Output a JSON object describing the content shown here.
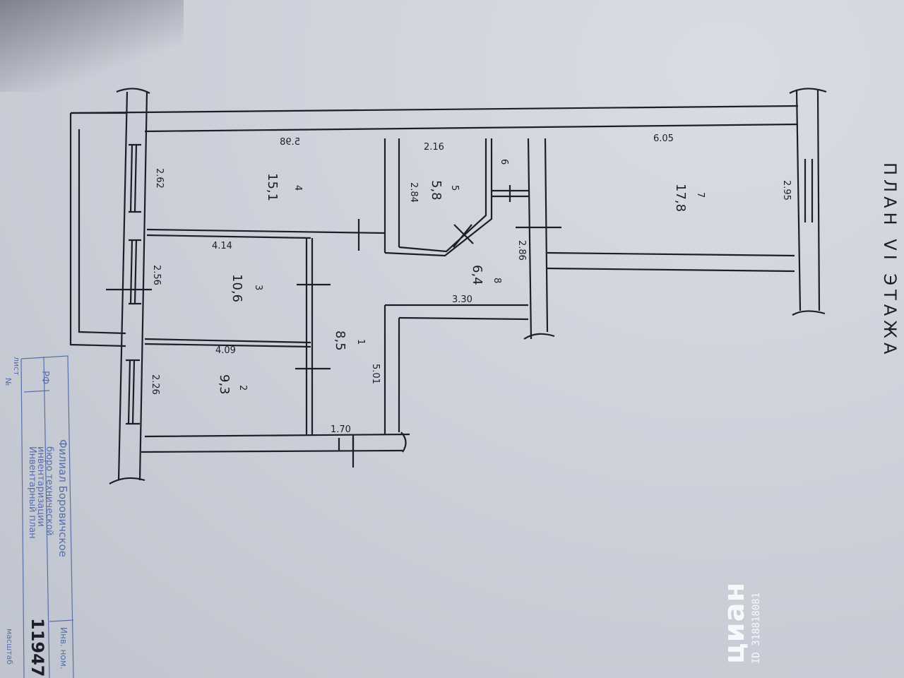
{
  "plan_title": "ПЛАН VI ЭТАЖА",
  "rooms": [
    {
      "number": "1",
      "area": "8,5"
    },
    {
      "number": "2",
      "area": "9,3"
    },
    {
      "number": "3",
      "area": "10,6"
    },
    {
      "number": "4",
      "area": "15,1"
    },
    {
      "number": "5",
      "area": "5,8"
    },
    {
      "number": "6",
      "area": ""
    },
    {
      "number": "7",
      "area": "17,8"
    },
    {
      "number": "8",
      "area": "6,4"
    }
  ],
  "dimensions": {
    "room4_len": "5.98",
    "room4_width": "2.62",
    "room5_len": "2.16",
    "room5_width": "2.84",
    "room7_len": "6.05",
    "room7_width": "2.95",
    "room3_len": "4.14",
    "room3_width": "2.56",
    "room2_len": "4.09",
    "room2_width": "2.26",
    "hall_width": "1.70",
    "hall_len": "5.01",
    "room8_len": "3.30",
    "room8_width": "2.86"
  },
  "stamp": {
    "header": "РФ",
    "org_line1": "Филиал Боровичское",
    "org_line2": "бюро технической",
    "org_line3": "инвентаризации",
    "org_line4": "Инвентарный план",
    "left_col1": "лист",
    "left_col2": "№",
    "inv_label": "Инв. ном.",
    "inv_number": "11947",
    "scale_label": "масштаб"
  },
  "watermark": {
    "logo": "циан",
    "id": "ID 318818081"
  },
  "colors": {
    "paper": "#cfd3dc",
    "ink": "#1c1f28",
    "stamp_ink": "#5a6fa8"
  }
}
